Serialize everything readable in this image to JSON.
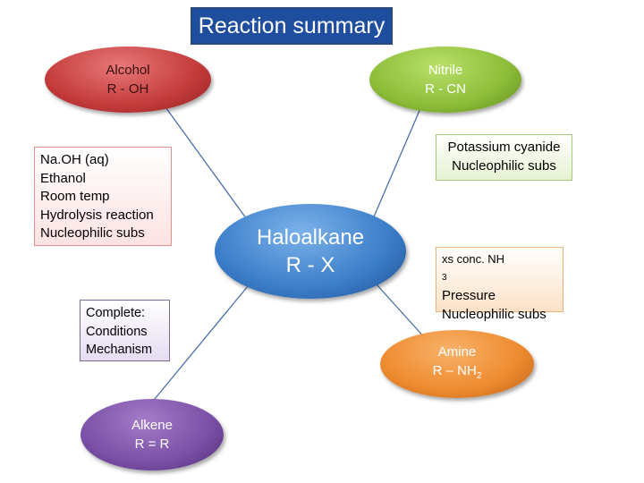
{
  "title": "Reaction summary",
  "nodes": {
    "alcohol": {
      "line1": "Alcohol",
      "line2": "R - OH"
    },
    "nitrile": {
      "line1": "Nitrile",
      "line2": "R - CN"
    },
    "haloalkane": {
      "line1": "Haloalkane",
      "line2": "R - X"
    },
    "amine": {
      "line1": "Amine",
      "line2_main": "R – NH",
      "line2_sub": "2"
    },
    "alkene": {
      "line1": "Alkene",
      "line2": "R = R"
    }
  },
  "conditions": {
    "naoh": {
      "lines": [
        "Na.OH (aq)",
        "Ethanol",
        "Room temp",
        "Hydrolysis reaction",
        "Nucleophilic subs"
      ]
    },
    "kcn": {
      "lines": [
        "Potassium cyanide",
        "Nucleophilic subs"
      ]
    },
    "nh3": {
      "line1_main": "xs conc. NH",
      "line1_sub": "3",
      "lines": [
        "Pressure",
        "Nucleophilic subs"
      ]
    },
    "complete": {
      "lines": [
        "Complete:",
        "Conditions",
        "Mechanism"
      ]
    }
  },
  "colors": {
    "title_bg": "#1f4e9e",
    "alcohol": "#c43b3b",
    "nitrile": "#8cbc38",
    "haloalkane": "#3b7dc9",
    "amine": "#ee8a2e",
    "alkene": "#7a4fa6",
    "connector": "#4a6fa8"
  }
}
